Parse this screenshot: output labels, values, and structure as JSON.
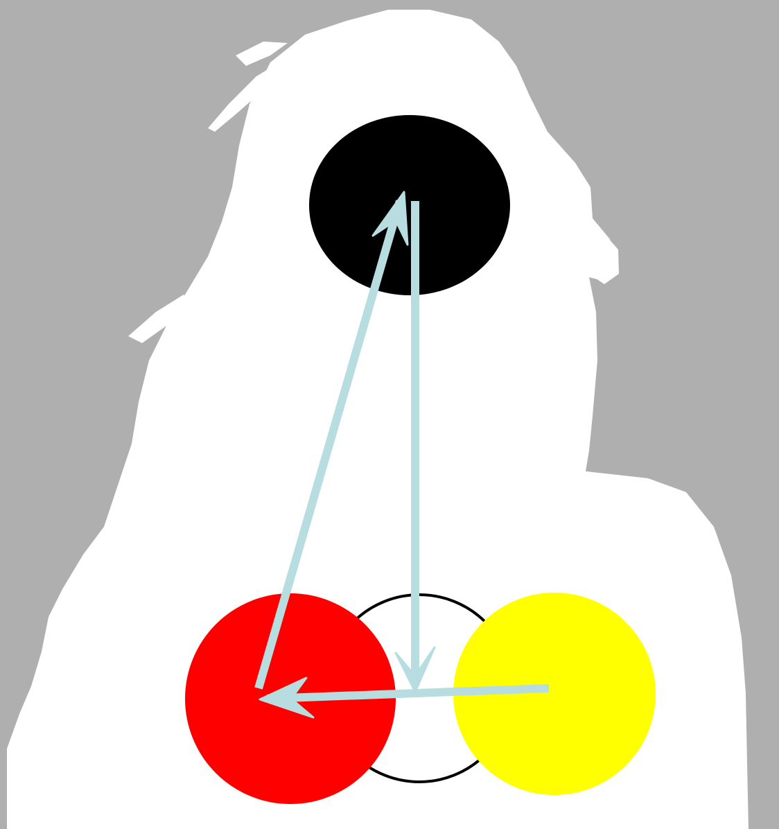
{
  "colors": {
    "background": "#afafaf",
    "silhouette": "#ffffff",
    "top_circle": "#000000",
    "left_circle": "#ff0000",
    "right_circle": "#ffff00",
    "center_circle_fill": "#ffffff",
    "center_circle_stroke": "#000000",
    "arrow": "#b7dde0"
  },
  "diagram": {
    "nodes": [
      {
        "id": "top",
        "shape": "ellipse",
        "fill_color": "top_circle"
      },
      {
        "id": "left",
        "shape": "circle",
        "fill_color": "left_circle"
      },
      {
        "id": "center",
        "shape": "circle-outline",
        "fill_color": "center_circle_fill"
      },
      {
        "id": "right",
        "shape": "circle",
        "fill_color": "right_circle"
      }
    ],
    "arrows": [
      {
        "from": "top",
        "to": "center"
      },
      {
        "from": "right",
        "to": "left"
      },
      {
        "from": "left",
        "to": "top"
      }
    ]
  }
}
